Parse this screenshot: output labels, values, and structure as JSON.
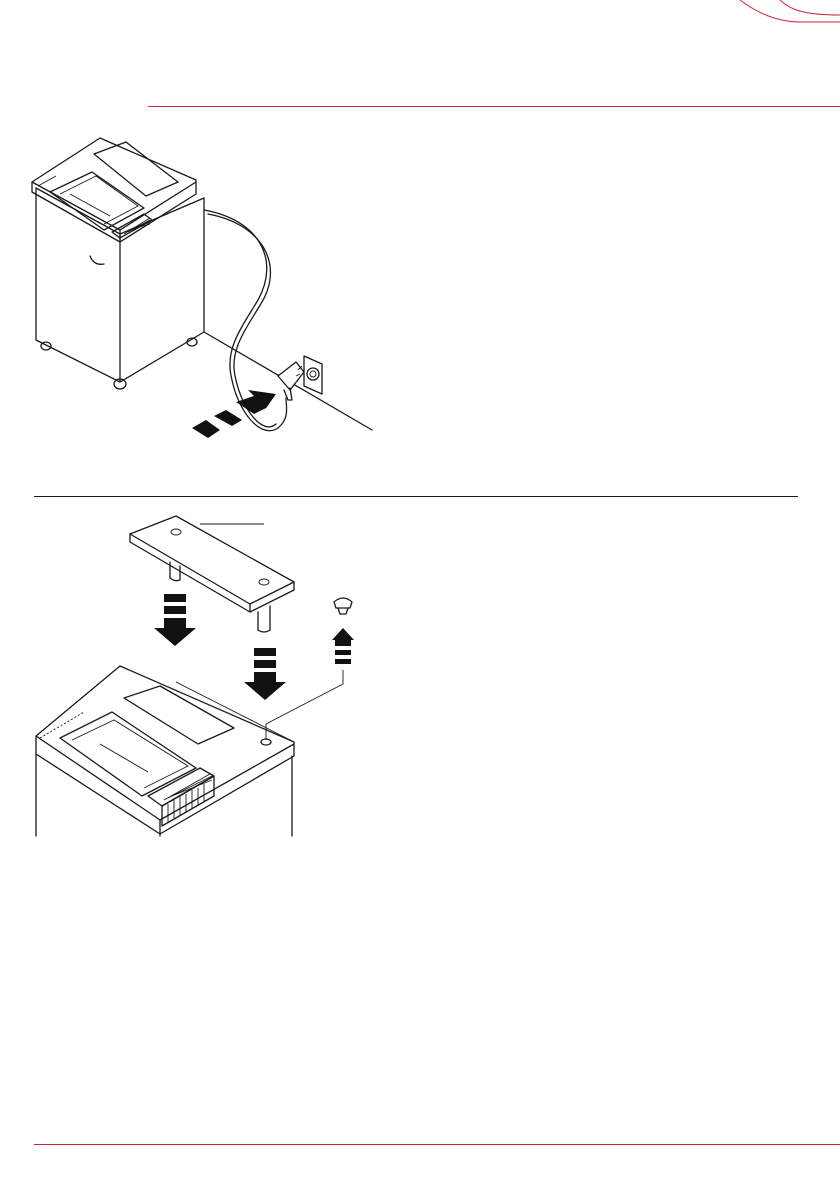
{
  "page": {
    "accent_color": "#d5213a",
    "rule_color": "#1a1a1a"
  },
  "figures": [
    {
      "id": "figure-1",
      "depicts": "shredder-plugged-into-wall-socket",
      "icons": [
        "shredder-icon",
        "power-cord-icon",
        "wall-socket-icon",
        "plug-in-arrow-icon"
      ]
    },
    {
      "id": "figure-2",
      "depicts": "stand-plate-inserted-into-shredder-top",
      "icons": [
        "mounting-plate-icon",
        "shredder-top-icon",
        "down-arrow-icon",
        "up-arrow-icon",
        "cap-plug-icon"
      ]
    }
  ]
}
